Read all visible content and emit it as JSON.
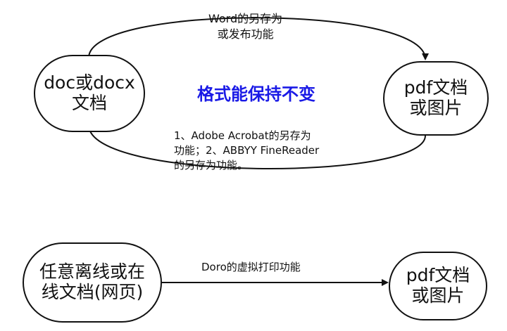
{
  "diagram": {
    "nodes": {
      "source_doc": {
        "lines": [
          "doc或docx",
          "文档"
        ]
      },
      "target_top": {
        "lines": [
          "pdf文档",
          "或图片"
        ]
      },
      "source_web": {
        "lines": [
          "任意离线或在",
          "线文档(网页)"
        ]
      },
      "target_bottom": {
        "lines": [
          "pdf文档",
          "或图片"
        ]
      }
    },
    "edges": {
      "word_save": {
        "lines": [
          "Word的另存为",
          "或发布功能"
        ]
      },
      "reverse_tools": {
        "lines": [
          "1、Adobe Acrobat的另存为",
          "功能；2、ABBYY FineReader",
          "的另存为功能。"
        ]
      },
      "doro_print": {
        "lines": [
          "Doro的虚拟打印功能"
        ]
      }
    },
    "center_note": "格式能保持不变",
    "colors": {
      "line": "#111111",
      "note": "#1a1ae6",
      "background": "#ffffff"
    }
  }
}
